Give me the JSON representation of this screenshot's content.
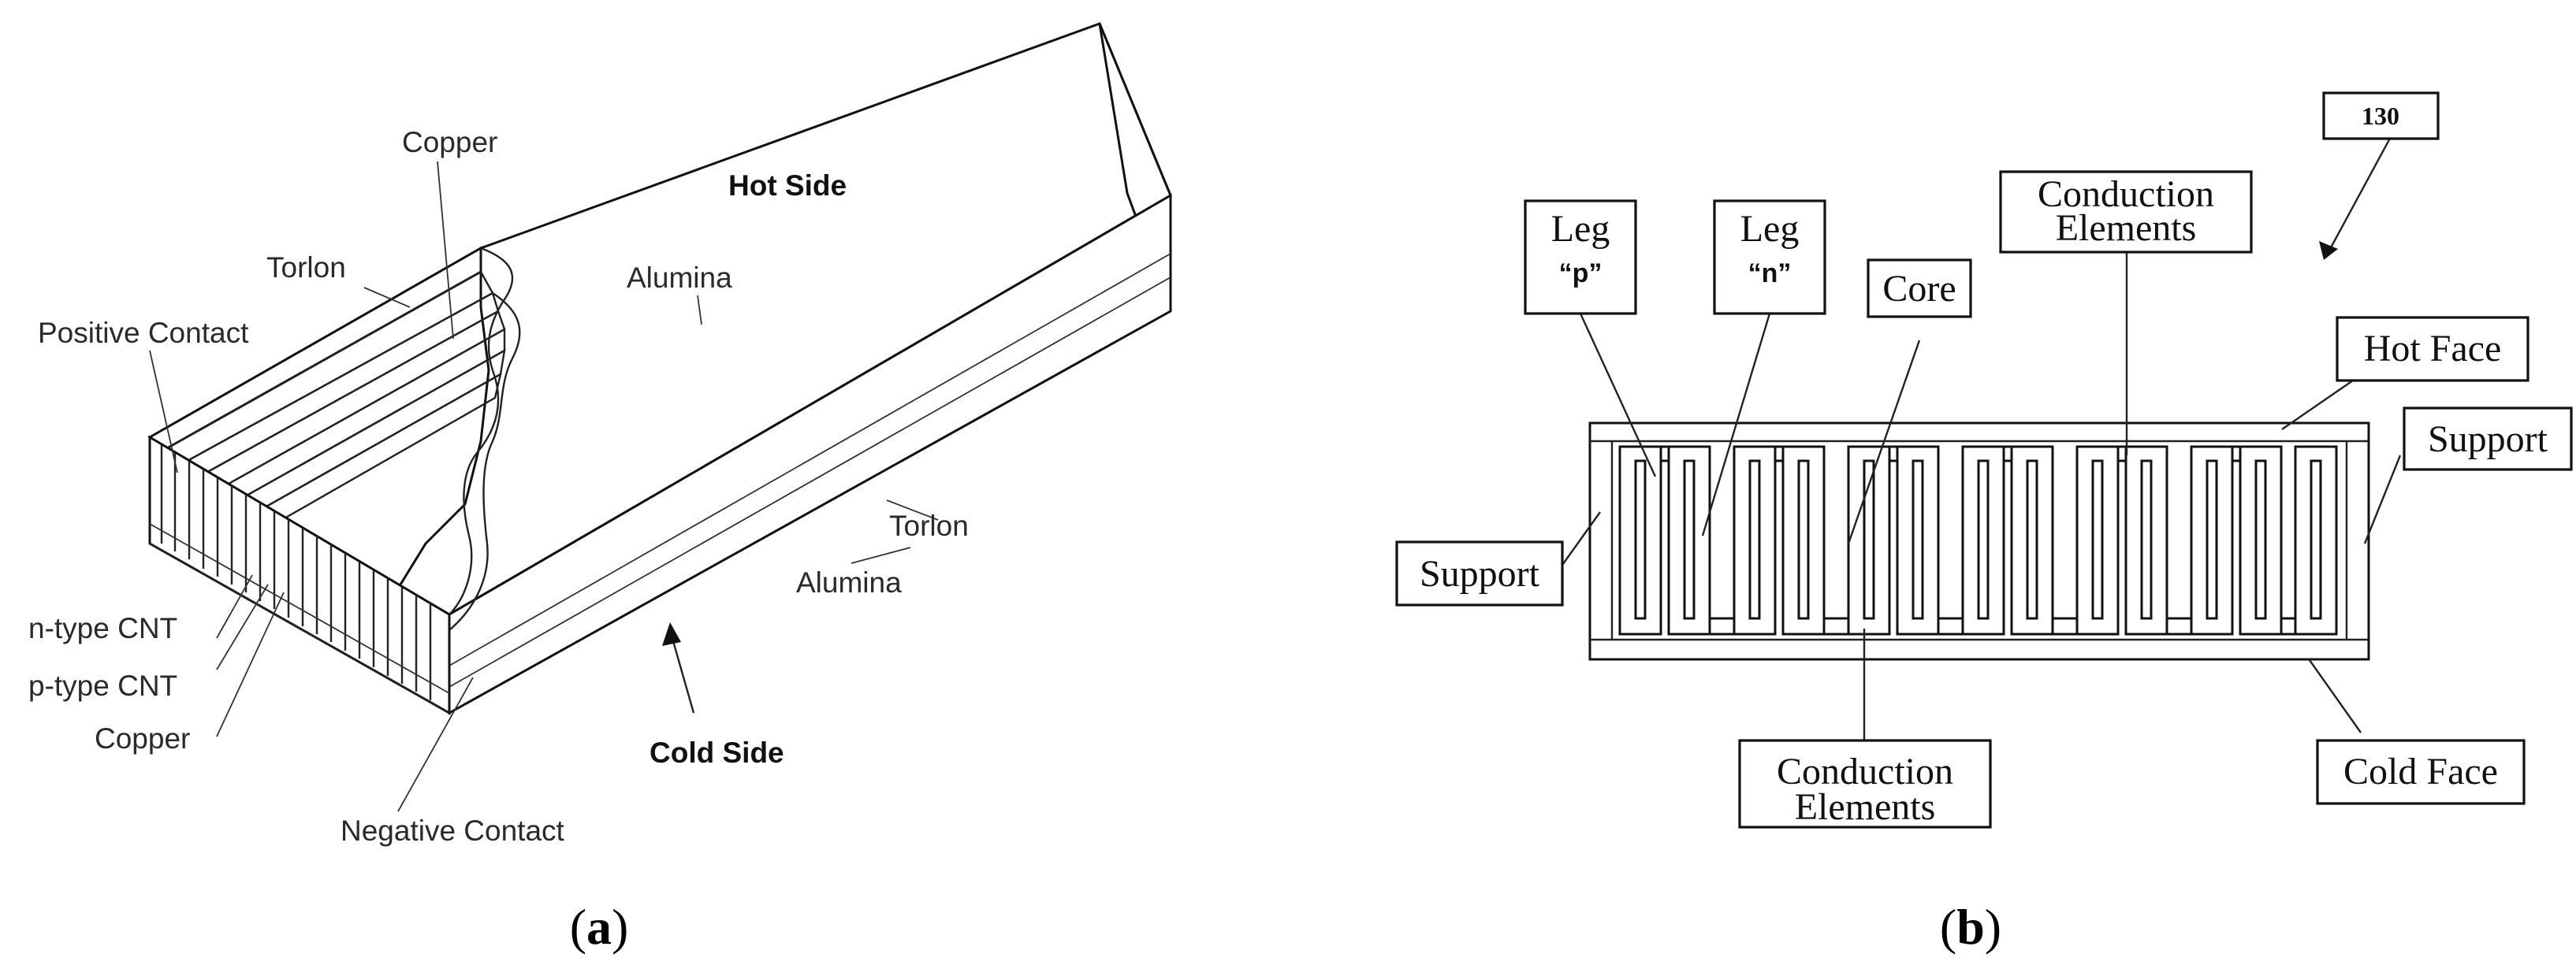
{
  "panel_a": {
    "caption_open": "(",
    "caption_letter": "a",
    "caption_close": ")",
    "labels": {
      "copper_top": "Copper",
      "hot_side": "Hot Side",
      "torlon_top": "Torlon",
      "alumina_top": "Alumina",
      "positive_contact": "Positive Contact",
      "torlon_right": "Torlon",
      "alumina_bottom": "Alumina",
      "n_type_cnt": "n-type CNT",
      "p_type_cnt": "p-type CNT",
      "copper_bottom": "Copper",
      "cold_side": "Cold Side",
      "negative_contact": "Negative Contact"
    }
  },
  "panel_b": {
    "caption_open": "(",
    "caption_letter": "b",
    "caption_close": ")",
    "reference_number": "130",
    "labels": {
      "leg_p_word": "Leg",
      "leg_p_letter": "“p”",
      "leg_n_word": "Leg",
      "leg_n_letter": "“n”",
      "core": "Core",
      "conduction_top_line1": "Conduction",
      "conduction_top_line2": "Elements",
      "hot_face": "Hot Face",
      "support_left": "Support",
      "support_right": "Support",
      "conduction_bottom_line1": "Conduction",
      "conduction_bottom_line2": "Elements",
      "cold_face": "Cold Face"
    }
  }
}
